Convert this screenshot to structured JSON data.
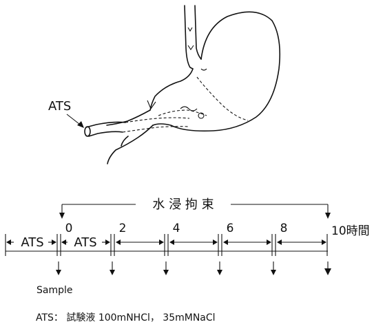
{
  "anatomy": {
    "catheter_label": "ATS"
  },
  "timeline": {
    "stress_label": "水 浸 拘 束",
    "pre_segments": [
      "ATS",
      "ATS"
    ],
    "ticks": [
      "0",
      "2",
      "4",
      "6",
      "8",
      "10時間"
    ],
    "sample_label": "Sample"
  },
  "footnote": "ATS： 試験液 100mNHCl， 35mMNaCl"
}
